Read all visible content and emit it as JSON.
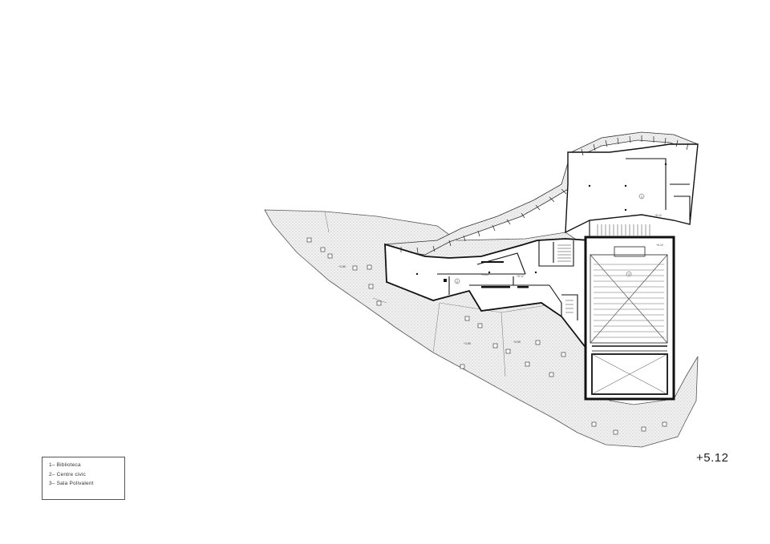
{
  "legend": {
    "items": [
      "1– Biblioteca",
      "2– Centre civic",
      "3– Sala Polivalent"
    ]
  },
  "level": "+5.12",
  "plan": {
    "room_numbers": [
      "1",
      "2",
      "3"
    ],
    "annotations": [
      "+3.85",
      "+3.85",
      "+5.12",
      "+5.12",
      "+5.12",
      "+5.55",
      "+3.85"
    ]
  },
  "colors": {
    "line": "#111111",
    "hatch": "#d9d9d9",
    "paving": "#cfcfcf"
  }
}
